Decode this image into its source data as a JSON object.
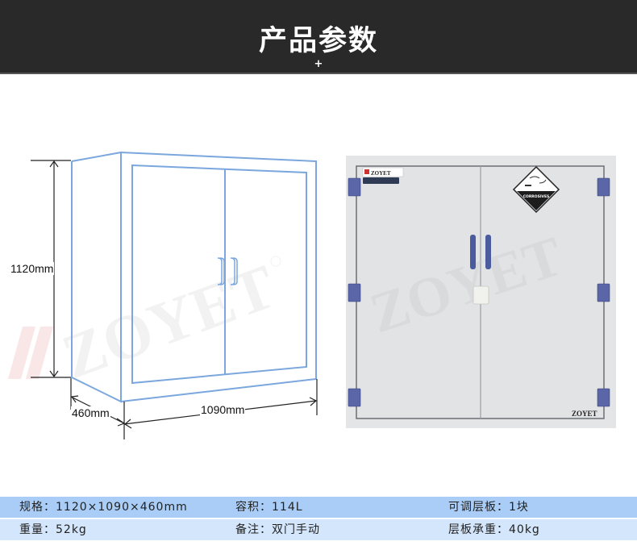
{
  "header": {
    "title": "产品参数",
    "decoration": "+"
  },
  "drawing": {
    "height_label": "1120mm",
    "depth_label": "460mm",
    "width_label": "1090mm",
    "watermark": "ZOYET",
    "line_color": "#7ba7de"
  },
  "photo": {
    "brand_plate": "ZOYET",
    "hazard_label": "CORROSIVES",
    "bottom_brand": "ZOYET",
    "watermark": "ZOYET",
    "body_color": "#e4e5e7",
    "hinge_color": "#5a66a8",
    "handle_color": "#4a5b9e"
  },
  "specs": {
    "rows": [
      {
        "cells": [
          {
            "label": "规格：",
            "value": "1120×1090×460mm"
          },
          {
            "label": "容积：",
            "value": "114L"
          },
          {
            "label": "可调层板：",
            "value": "1块"
          }
        ]
      },
      {
        "cells": [
          {
            "label": "重量：",
            "value": "52kg"
          },
          {
            "label": "备注：",
            "value": "双门手动"
          },
          {
            "label": "层板承重：",
            "value": "40kg"
          }
        ]
      }
    ],
    "row1_color": "#a9cdf6",
    "row2_color": "#d4e6fb"
  }
}
